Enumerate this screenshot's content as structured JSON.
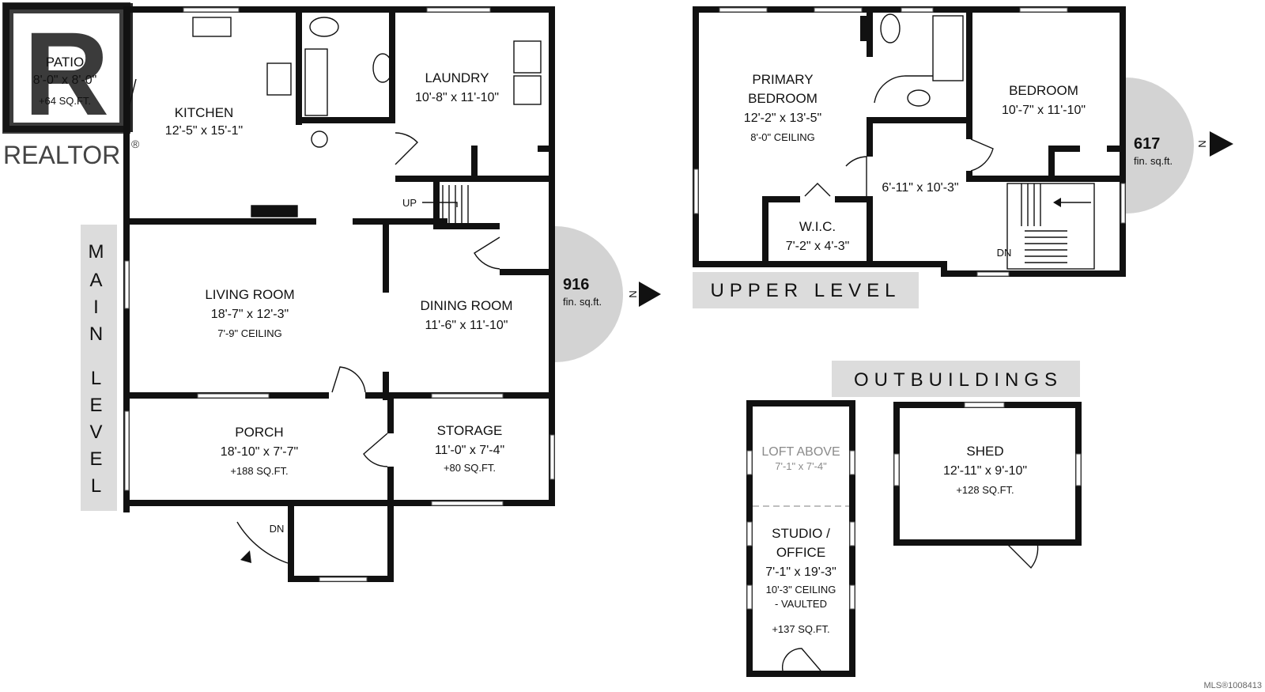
{
  "watermark": {
    "logo_letter": "R",
    "logo_text": "REALTOR",
    "registered": "®",
    "logo_color": "#1a1a1a"
  },
  "colors": {
    "wall": "#111111",
    "banner": "#dcdcdc",
    "compass": "#d3d3d3"
  },
  "main_level": {
    "label_letters": [
      "M",
      "A",
      "I",
      "N",
      "L",
      "E",
      "V",
      "E",
      "L"
    ],
    "area": "916",
    "area_unit": "fin. sq.ft.",
    "north": "N",
    "rooms": {
      "patio": {
        "name": "PATIO",
        "dims": "8'-0\" x 8'-0\"",
        "note": "+64 SQ.FT."
      },
      "kitchen": {
        "name": "KITCHEN",
        "dims": "12'-5\" x 15'-1\""
      },
      "laundry": {
        "name": "LAUNDRY",
        "dims": "10'-8\" x 11'-10\""
      },
      "living": {
        "name": "LIVING ROOM",
        "dims": "18'-7\" x 12'-3\"",
        "note": "7'-9\" CEILING"
      },
      "dining": {
        "name": "DINING ROOM",
        "dims": "11'-6\" x 11'-10\""
      },
      "porch": {
        "name": "PORCH",
        "dims": "18'-10\" x 7'-7\"",
        "note": "+188 SQ.FT."
      },
      "storage": {
        "name": "STORAGE",
        "dims": "11'-0\" x 7'-4\"",
        "note": "+80 SQ.FT."
      }
    },
    "stair_up": "UP",
    "stair_down": "DN"
  },
  "upper_level": {
    "label": "UPPER LEVEL",
    "area": "617",
    "area_unit": "fin. sq.ft.",
    "north": "N",
    "rooms": {
      "primary": {
        "name_line1": "PRIMARY",
        "name_line2": "BEDROOM",
        "dims": "12'-2\" x 13'-5\"",
        "note": "8'-0\" CEILING"
      },
      "bedroom": {
        "name": "BEDROOM",
        "dims": "10'-7\" x 11'-10\""
      },
      "hall": {
        "dims": "6'-11\" x 10'-3\""
      },
      "wic": {
        "name": "W.I.C.",
        "dims": "7'-2\" x 4'-3\""
      }
    },
    "stair_down": "DN"
  },
  "outbuildings": {
    "label": "OUTBUILDINGS",
    "loft": {
      "name": "LOFT ABOVE",
      "dims": "7'-1\" x 7'-4\""
    },
    "studio": {
      "name_line1": "STUDIO /",
      "name_line2": "OFFICE",
      "dims": "7'-1\" x 19'-3\"",
      "note_line1": "10'-3\" CEILING",
      "note_line2": "- VAULTED",
      "area_note": "+137 SQ.FT."
    },
    "shed": {
      "name": "SHED",
      "dims": "12'-11\" x 9'-10\"",
      "note": "+128 SQ.FT."
    }
  },
  "mls_id": "MLS®1008413"
}
